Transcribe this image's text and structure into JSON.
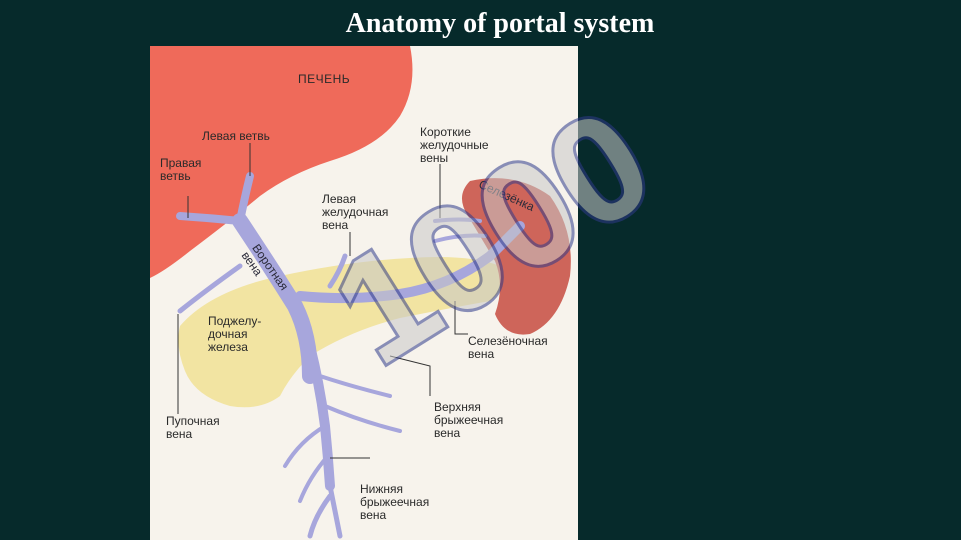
{
  "title": "Anatomy of portal system",
  "watermark_text": "1000",
  "colors": {
    "background": "#062a2b",
    "liver": "#ef6a5a",
    "pancreas": "#f1e29a",
    "spleen": "#c9554a",
    "veins": "#a7a6dc",
    "watermark": "#c8c8c8"
  },
  "labels": {
    "liver": "ПЕЧЕНЬ",
    "left_branch": "Левая ветвь",
    "right_branch": "Правая\nветвь",
    "short_gastric_veins": "Короткие\nжелудочные\nвены",
    "left_gastric_vein": "Левая\nжелудочная\nвена",
    "spleen": "Селезёнка",
    "portal_vein": "Воротная\nвена",
    "pancreas": "Поджелу-\nдочная\nжелеза",
    "splenic_vein": "Селезёночная\nвена",
    "umbilical_vein": "Пупочная\nвена",
    "superior_mesenteric_vein": "Верхняя\nбрыжеечная\nвена",
    "inferior_mesenteric_vein": "Нижняя\nбрыжеечная\nвена"
  }
}
